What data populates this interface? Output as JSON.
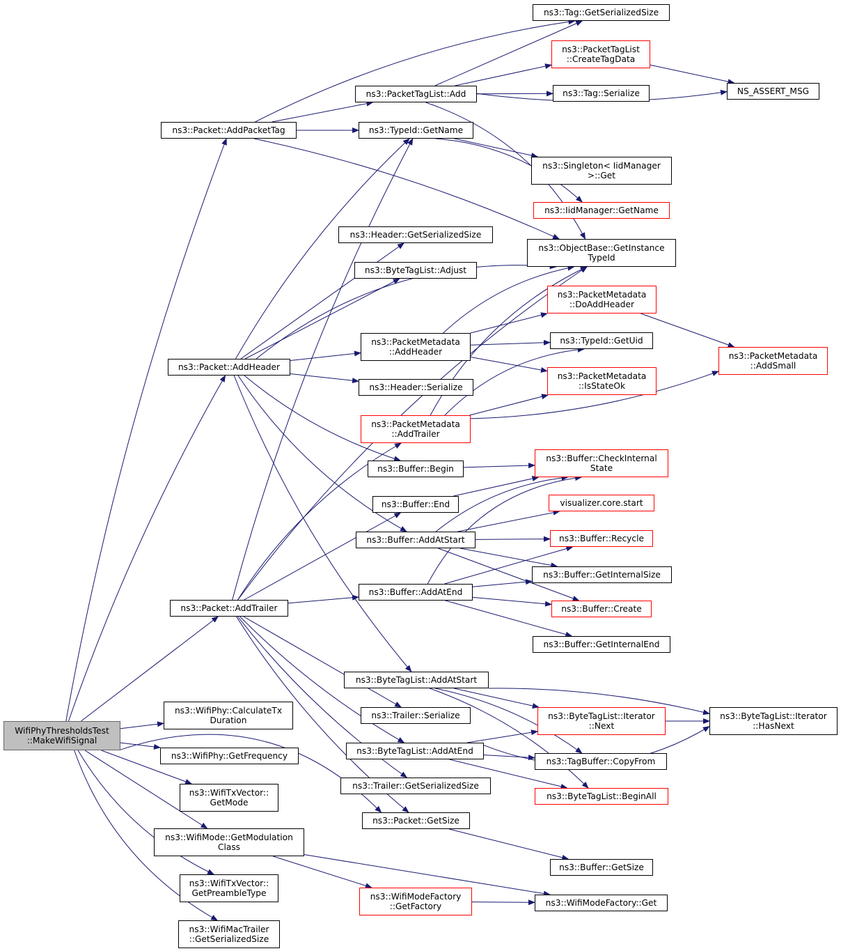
{
  "colors": {
    "edge": "#191970",
    "normal_border": "#000000",
    "truncated_border": "#ff0000",
    "root_fill": "#bfbfbf"
  },
  "nodes": [
    {
      "id": "root",
      "label": "WifiPhyThresholdsTest\n::MakeWifiSignal",
      "kind": "root"
    },
    {
      "id": "addpackettag",
      "label": "ns3::Packet::AddPacketTag",
      "kind": "normal"
    },
    {
      "id": "addheader",
      "label": "ns3::Packet::AddHeader",
      "kind": "normal"
    },
    {
      "id": "addtrailer",
      "label": "ns3::Packet::AddTrailer",
      "kind": "normal"
    },
    {
      "id": "calctx",
      "label": "ns3::WifiPhy::CalculateTx\nDuration",
      "kind": "normal"
    },
    {
      "id": "getfreq",
      "label": "ns3::WifiPhy::GetFrequency",
      "kind": "normal"
    },
    {
      "id": "getmode",
      "label": "ns3::WifiTxVector::\nGetMode",
      "kind": "normal"
    },
    {
      "id": "getmodclass",
      "label": "ns3::WifiMode::GetModulation\nClass",
      "kind": "normal"
    },
    {
      "id": "getpreamble",
      "label": "ns3::WifiTxVector::\nGetPreambleType",
      "kind": "normal"
    },
    {
      "id": "mactrailer",
      "label": "ns3::WifiMacTrailer\n::GetSerializedSize",
      "kind": "normal"
    },
    {
      "id": "ptladd",
      "label": "ns3::PacketTagList::Add",
      "kind": "normal"
    },
    {
      "id": "typeidgetname",
      "label": "ns3::TypeId::GetName",
      "kind": "normal"
    },
    {
      "id": "headergss",
      "label": "ns3::Header::GetSerializedSize",
      "kind": "normal"
    },
    {
      "id": "btladjust",
      "label": "ns3::ByteTagList::Adjust",
      "kind": "normal"
    },
    {
      "id": "pmaddheader",
      "label": "ns3::PacketMetadata\n::AddHeader",
      "kind": "normal"
    },
    {
      "id": "headerser",
      "label": "ns3::Header::Serialize",
      "kind": "normal"
    },
    {
      "id": "pmaddtrailer",
      "label": "ns3::PacketMetadata\n::AddTrailer",
      "kind": "red"
    },
    {
      "id": "bufbegin",
      "label": "ns3::Buffer::Begin",
      "kind": "normal"
    },
    {
      "id": "bufend",
      "label": "ns3::Buffer::End",
      "kind": "normal"
    },
    {
      "id": "bufaddatstart",
      "label": "ns3::Buffer::AddAtStart",
      "kind": "normal"
    },
    {
      "id": "bufaddatend",
      "label": "ns3::Buffer::AddAtEnd",
      "kind": "normal"
    },
    {
      "id": "btladdatstart",
      "label": "ns3::ByteTagList::AddAtStart",
      "kind": "normal"
    },
    {
      "id": "trailerser",
      "label": "ns3::Trailer::Serialize",
      "kind": "normal"
    },
    {
      "id": "btladdatend",
      "label": "ns3::ByteTagList::AddAtEnd",
      "kind": "normal"
    },
    {
      "id": "trailergss",
      "label": "ns3::Trailer::GetSerializedSize",
      "kind": "normal"
    },
    {
      "id": "packetgetsize",
      "label": "ns3::Packet::GetSize",
      "kind": "normal"
    },
    {
      "id": "getfactory",
      "label": "ns3::WifiModeFactory\n::GetFactory",
      "kind": "red"
    },
    {
      "id": "taggss",
      "label": "ns3::Tag::GetSerializedSize",
      "kind": "normal"
    },
    {
      "id": "ptlcreate",
      "label": "ns3::PacketTagList\n::CreateTagData",
      "kind": "red"
    },
    {
      "id": "tagser",
      "label": "ns3::Tag::Serialize",
      "kind": "normal"
    },
    {
      "id": "nsassert",
      "label": "NS_ASSERT_MSG",
      "kind": "normal"
    },
    {
      "id": "singleton",
      "label": "ns3::Singleton< IidManager\n>::Get",
      "kind": "normal"
    },
    {
      "id": "iidgetname",
      "label": "ns3::IidManager::GetName",
      "kind": "red"
    },
    {
      "id": "obgit",
      "label": "ns3::ObjectBase::GetInstance\nTypeId",
      "kind": "normal"
    },
    {
      "id": "pmdoaddheader",
      "label": "ns3::PacketMetadata\n::DoAddHeader",
      "kind": "red"
    },
    {
      "id": "typeidgetuid",
      "label": "ns3::TypeId::GetUid",
      "kind": "normal"
    },
    {
      "id": "pmisstateok",
      "label": "ns3::PacketMetadata\n::IsStateOk",
      "kind": "red"
    },
    {
      "id": "pmaddsmall",
      "label": "ns3::PacketMetadata\n::AddSmall",
      "kind": "red"
    },
    {
      "id": "bufcheck",
      "label": "ns3::Buffer::CheckInternal\nState",
      "kind": "red"
    },
    {
      "id": "vizstart",
      "label": "visualizer.core.start",
      "kind": "red"
    },
    {
      "id": "bufrecycle",
      "label": "ns3::Buffer::Recycle",
      "kind": "red"
    },
    {
      "id": "bufgis",
      "label": "ns3::Buffer::GetInternalSize",
      "kind": "normal"
    },
    {
      "id": "bufcreate",
      "label": "ns3::Buffer::Create",
      "kind": "red"
    },
    {
      "id": "bufgie",
      "label": "ns3::Buffer::GetInternalEnd",
      "kind": "normal"
    },
    {
      "id": "btlitnext",
      "label": "ns3::ByteTagList::Iterator\n::Next",
      "kind": "red"
    },
    {
      "id": "btlithasnext",
      "label": "ns3::ByteTagList::Iterator\n::HasNext",
      "kind": "normal"
    },
    {
      "id": "tagbufcopy",
      "label": "ns3::TagBuffer::CopyFrom",
      "kind": "normal"
    },
    {
      "id": "btlbeginall",
      "label": "ns3::ByteTagList::BeginAll",
      "kind": "red"
    },
    {
      "id": "bufgetsize",
      "label": "ns3::Buffer::GetSize",
      "kind": "normal"
    },
    {
      "id": "wmfget",
      "label": "ns3::WifiModeFactory::Get",
      "kind": "normal"
    }
  ],
  "edges": [
    [
      "root",
      "addpackettag"
    ],
    [
      "root",
      "addheader"
    ],
    [
      "root",
      "addtrailer"
    ],
    [
      "root",
      "calctx"
    ],
    [
      "root",
      "getfreq"
    ],
    [
      "root",
      "getmode"
    ],
    [
      "root",
      "getmodclass"
    ],
    [
      "root",
      "getpreamble"
    ],
    [
      "root",
      "mactrailer"
    ],
    [
      "root",
      "packetgetsize"
    ],
    [
      "addpackettag",
      "taggss"
    ],
    [
      "addpackettag",
      "ptladd"
    ],
    [
      "addpackettag",
      "typeidgetname"
    ],
    [
      "addpackettag",
      "obgit"
    ],
    [
      "ptladd",
      "taggss"
    ],
    [
      "ptladd",
      "ptlcreate"
    ],
    [
      "ptladd",
      "tagser"
    ],
    [
      "ptladd",
      "nsassert"
    ],
    [
      "ptladd",
      "obgit"
    ],
    [
      "ptlcreate",
      "nsassert"
    ],
    [
      "typeidgetname",
      "singleton"
    ],
    [
      "typeidgetname",
      "iidgetname"
    ],
    [
      "addheader",
      "typeidgetname"
    ],
    [
      "addheader",
      "obgit"
    ],
    [
      "addheader",
      "headergss"
    ],
    [
      "addheader",
      "btladjust"
    ],
    [
      "addheader",
      "pmaddheader"
    ],
    [
      "addheader",
      "headerser"
    ],
    [
      "addheader",
      "bufbegin"
    ],
    [
      "addheader",
      "bufaddatstart"
    ],
    [
      "addheader",
      "btladdatstart"
    ],
    [
      "pmaddheader",
      "obgit"
    ],
    [
      "pmaddheader",
      "pmdoaddheader"
    ],
    [
      "pmaddheader",
      "typeidgetuid"
    ],
    [
      "pmaddheader",
      "pmisstateok"
    ],
    [
      "pmdoaddheader",
      "pmaddsmall"
    ],
    [
      "pmaddtrailer",
      "obgit"
    ],
    [
      "pmaddtrailer",
      "typeidgetuid"
    ],
    [
      "pmaddtrailer",
      "pmisstateok"
    ],
    [
      "pmaddtrailer",
      "pmaddsmall"
    ],
    [
      "addtrailer",
      "typeidgetname"
    ],
    [
      "addtrailer",
      "obgit"
    ],
    [
      "addtrailer",
      "pmaddtrailer"
    ],
    [
      "addtrailer",
      "bufend"
    ],
    [
      "addtrailer",
      "bufaddatend"
    ],
    [
      "addtrailer",
      "trailerser"
    ],
    [
      "addtrailer",
      "btladdatend"
    ],
    [
      "addtrailer",
      "trailergss"
    ],
    [
      "addtrailer",
      "packetgetsize"
    ],
    [
      "bufbegin",
      "bufcheck"
    ],
    [
      "bufend",
      "bufcheck"
    ],
    [
      "bufaddatstart",
      "bufcheck"
    ],
    [
      "bufaddatstart",
      "vizstart"
    ],
    [
      "bufaddatstart",
      "bufrecycle"
    ],
    [
      "bufaddatstart",
      "bufgis"
    ],
    [
      "bufaddatstart",
      "bufcreate"
    ],
    [
      "bufaddatend",
      "bufcheck"
    ],
    [
      "bufaddatend",
      "bufrecycle"
    ],
    [
      "bufaddatend",
      "bufgis"
    ],
    [
      "bufaddatend",
      "bufcreate"
    ],
    [
      "bufaddatend",
      "bufgie"
    ],
    [
      "btladdatstart",
      "btlitnext"
    ],
    [
      "btladdatstart",
      "btlithasnext"
    ],
    [
      "btladdatstart",
      "tagbufcopy"
    ],
    [
      "btladdatstart",
      "btlbeginall"
    ],
    [
      "btlitnext",
      "btlithasnext"
    ],
    [
      "btladdatend",
      "btlitnext"
    ],
    [
      "btladdatend",
      "tagbufcopy"
    ],
    [
      "btladdatend",
      "btlbeginall"
    ],
    [
      "btladdatend",
      "btlithasnext"
    ],
    [
      "packetgetsize",
      "bufgetsize"
    ],
    [
      "getmodclass",
      "getfactory"
    ],
    [
      "getmodclass",
      "wmfget"
    ],
    [
      "getfactory",
      "wmfget"
    ]
  ]
}
